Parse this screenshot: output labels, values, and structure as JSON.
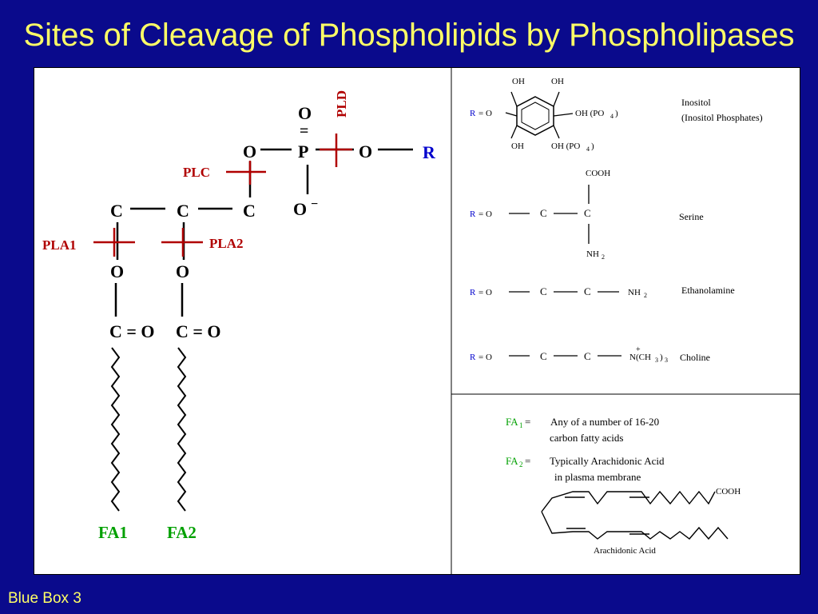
{
  "title": "Sites of Cleavage of Phospholipids by Phospholipases",
  "footer": "Blue Box 3",
  "colors": {
    "background": "#0a0a8c",
    "title": "#ffff66",
    "enzyme": "#b00000",
    "r_group": "#0000cc",
    "fatty_acid": "#00a000"
  },
  "left": {
    "atoms": {
      "o_double": "O",
      "eq": "=",
      "o_left": "O",
      "p": "P",
      "o_right": "O",
      "r": "R",
      "o_minus": "O",
      "minus": "−",
      "c1": "C",
      "c2": "C",
      "c3": "C",
      "o_ester1": "O",
      "o_ester2": "O",
      "carbonyl1": "C = O",
      "carbonyl2": "C = O"
    },
    "enzymes": {
      "pld": "PLD",
      "plc": "PLC",
      "pla1": "PLA1",
      "pla2": "PLA2"
    },
    "fatty_acids": {
      "fa1": "FA1",
      "fa2": "FA2"
    }
  },
  "right_top": {
    "inositol": {
      "r": "R",
      "eq_o": "=  O",
      "oh1": "OH",
      "oh2": "OH",
      "oh_po4_a": "OH (PO",
      "oh3": "OH",
      "oh_po4_b": "OH (PO",
      "sub4": "4",
      "close": ")",
      "name": "Inositol",
      "name2": "(Inositol Phosphates)"
    },
    "serine": {
      "r": "R",
      "eq_o": "=  O",
      "c1": "C",
      "c2": "C",
      "cooh": "COOH",
      "nh": "NH",
      "sub2": "2",
      "name": "Serine"
    },
    "ethanolamine": {
      "r": "R",
      "eq_o": "=  O",
      "c1": "C",
      "c2": "C",
      "nh": "NH",
      "sub2": "2",
      "name": "Ethanolamine"
    },
    "choline": {
      "r": "R",
      "eq_o": "=  O",
      "c1": "C",
      "c2": "C",
      "plus": "+",
      "n": "N(CH",
      "sub3": "3",
      "close": ")",
      "name": "Choline"
    }
  },
  "right_bottom": {
    "fa1_label": "FA",
    "fa1_sub": "1",
    "fa1_eq": "=",
    "fa1_text1": "Any of a number of 16-20",
    "fa1_text2": "carbon fatty acids",
    "fa2_label": "FA",
    "fa2_sub": "2",
    "fa2_eq": "=",
    "fa2_text1": "Typically Arachidonic Acid",
    "fa2_text2": "in plasma membrane",
    "cooh": "COOH",
    "caption": "Arachidonic Acid"
  }
}
